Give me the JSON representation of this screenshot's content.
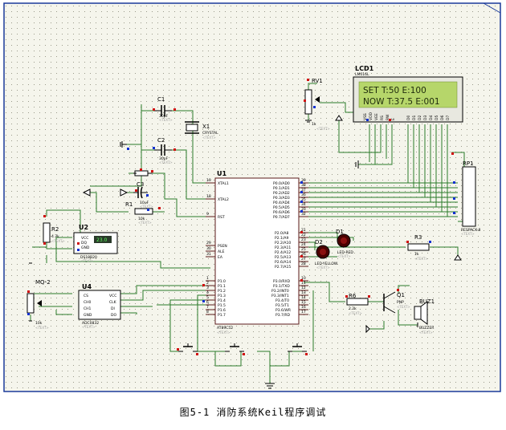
{
  "caption": "图5-1  消防系统Keil程序调试",
  "lcd": {
    "ref": "LCD1",
    "model": "LM016L",
    "line1": "SET T:50  E:100",
    "line2": "NOW T:37.5 E:001",
    "pin_labels": [
      "VSS",
      "VDD",
      "VEE",
      "RS",
      "RW",
      "E",
      "D0",
      "D1",
      "D2",
      "D3",
      "D4",
      "D5",
      "D6",
      "D7"
    ]
  },
  "mcu": {
    "ref": "U1",
    "model": "AT89C52",
    "left_pins": [
      {
        "num": "19",
        "name": "XTAL1"
      },
      {
        "num": "18",
        "name": "XTAL2"
      },
      {
        "num": "9",
        "name": "RST"
      },
      {
        "num": "29",
        "name": "PSEN"
      },
      {
        "num": "30",
        "name": "ALE"
      },
      {
        "num": "31",
        "name": "EA"
      },
      {
        "num": "1",
        "name": "P1.0"
      },
      {
        "num": "2",
        "name": "P1.1"
      },
      {
        "num": "3",
        "name": "P1.2"
      },
      {
        "num": "4",
        "name": "P1.3"
      },
      {
        "num": "5",
        "name": "P1.4"
      },
      {
        "num": "6",
        "name": "P1.5"
      },
      {
        "num": "7",
        "name": "P1.6"
      },
      {
        "num": "8",
        "name": "P1.7"
      }
    ],
    "right_pins": [
      {
        "num": "39",
        "name": "P0.0/AD0"
      },
      {
        "num": "38",
        "name": "P0.1/AD1"
      },
      {
        "num": "37",
        "name": "P0.2/AD2"
      },
      {
        "num": "36",
        "name": "P0.3/AD3"
      },
      {
        "num": "35",
        "name": "P0.4/AD4"
      },
      {
        "num": "34",
        "name": "P0.5/AD5"
      },
      {
        "num": "33",
        "name": "P0.6/AD6"
      },
      {
        "num": "32",
        "name": "P0.7/AD7"
      },
      {
        "num": "21",
        "name": "P2.0/A8"
      },
      {
        "num": "22",
        "name": "P2.1/A9"
      },
      {
        "num": "23",
        "name": "P2.2/A10"
      },
      {
        "num": "24",
        "name": "P2.3/A11"
      },
      {
        "num": "25",
        "name": "P2.4/A12"
      },
      {
        "num": "26",
        "name": "P2.5/A13"
      },
      {
        "num": "27",
        "name": "P2.6/A14"
      },
      {
        "num": "28",
        "name": "P2.7/A15"
      },
      {
        "num": "10",
        "name": "P3.0/RXD"
      },
      {
        "num": "11",
        "name": "P3.1/TXD"
      },
      {
        "num": "12",
        "name": "P3.2/INT0"
      },
      {
        "num": "13",
        "name": "P3.3/INT1"
      },
      {
        "num": "14",
        "name": "P3.4/T0"
      },
      {
        "num": "15",
        "name": "P3.5/T1"
      },
      {
        "num": "16",
        "name": "P3.6/WR"
      },
      {
        "num": "17",
        "name": "P3.7/RD"
      }
    ]
  },
  "components": {
    "c1": {
      "ref": "C1",
      "value": "30pF"
    },
    "c2": {
      "ref": "C2",
      "value": "30pF"
    },
    "c3": {
      "ref": "C3",
      "value": "10uF"
    },
    "x1": {
      "ref": "X1",
      "value": "CRYSTAL"
    },
    "r1": {
      "ref": "R1",
      "value": "10k"
    },
    "r2": {
      "ref": "R2",
      "value": "4.7k"
    },
    "r3": {
      "ref": "R3",
      "value": "1k"
    },
    "r6": {
      "ref": "R6",
      "value": "2.2k"
    },
    "rv1": {
      "ref": "RV1",
      "value": "1k"
    },
    "rp1": {
      "ref": "RP1",
      "value": "RESPACK-8"
    },
    "u2": {
      "ref": "U2",
      "value": "DS18B20",
      "display": "23.0",
      "pins": [
        "VCC",
        "DQ",
        "GND"
      ]
    },
    "u4": {
      "ref": "U4",
      "value": "ADC0832",
      "left": [
        "CS",
        "CH0",
        "CH1",
        "GND"
      ],
      "right": [
        "VCC",
        "CLK",
        "DI",
        "DO"
      ]
    },
    "mq2": {
      "ref": "MQ-2",
      "value": "10k"
    },
    "d1": {
      "ref": "D1",
      "value": "LED-RED"
    },
    "d2": {
      "ref": "D2",
      "value": "LED-YELLOW"
    },
    "q1": {
      "ref": "Q1",
      "value": "PNP"
    },
    "buz": {
      "ref": "BUZ1",
      "value": "BUZZER"
    },
    "text_placeholder": "<TEXT>"
  },
  "colors": {
    "background": "#f5f5ec",
    "grid_dot": "#9a9a8a",
    "wire": "#2a7a2a",
    "component": "#000000",
    "lcd_screen": "#b6d66a",
    "lcd_text": "#1e2a0c",
    "pin_stub": "#5b1a1a",
    "pin_marker_red": "#d01010",
    "pin_marker_blue": "#1030d0",
    "led_body": "#6a0000"
  }
}
